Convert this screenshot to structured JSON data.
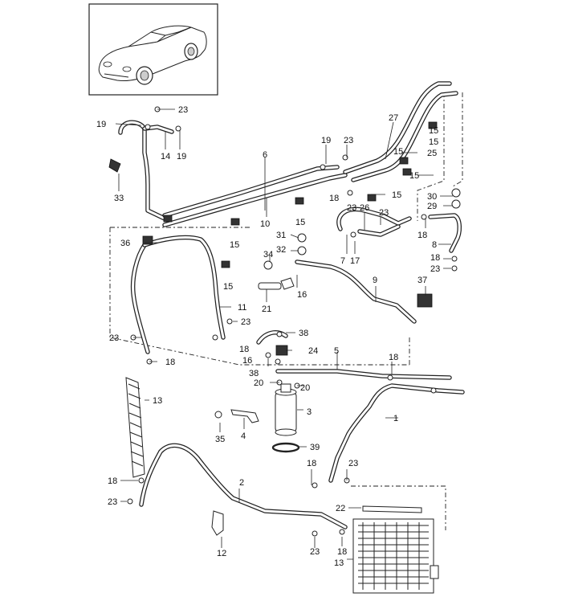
{
  "diagram": {
    "callouts": [
      "23",
      "19",
      "14",
      "19",
      "33",
      "6",
      "10",
      "15",
      "15",
      "15",
      "15",
      "19",
      "18",
      "23",
      "27",
      "25",
      "15",
      "15",
      "30",
      "29",
      "26",
      "23",
      "18",
      "23",
      "7",
      "17",
      "8",
      "18",
      "23",
      "36",
      "31",
      "32",
      "34",
      "16",
      "21",
      "9",
      "37",
      "11",
      "23",
      "18",
      "23",
      "18",
      "38",
      "16",
      "24",
      "38",
      "20",
      "20",
      "5",
      "18",
      "13",
      "3",
      "4",
      "35",
      "39",
      "1",
      "18",
      "23",
      "2",
      "18",
      "23",
      "22",
      "12",
      "23",
      "18",
      "13",
      "15",
      "15"
    ],
    "inset_label": "vehicle-overview"
  }
}
